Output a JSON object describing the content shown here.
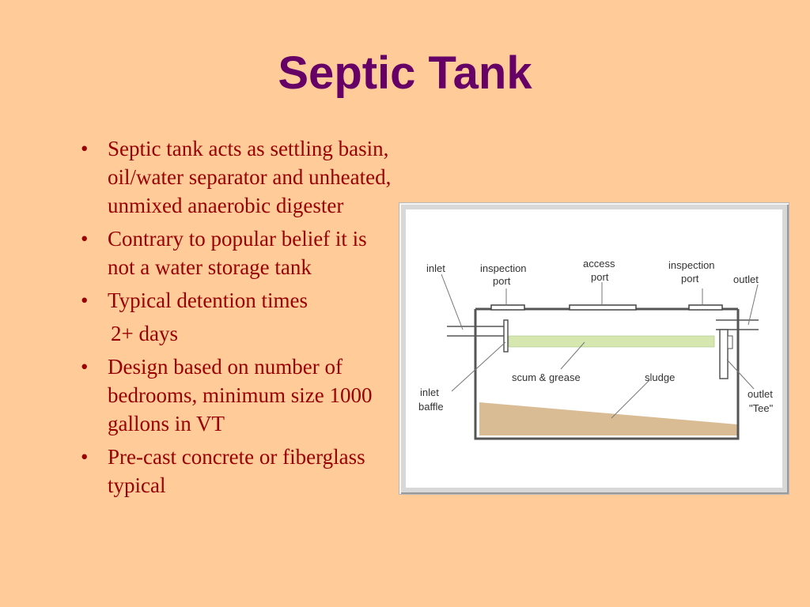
{
  "slide": {
    "title": "Septic Tank",
    "bullets": [
      {
        "text": "Septic tank acts as settling basin, oil/water separator and unheated, unmixed anaerobic digester",
        "sub": false
      },
      {
        "text": "Contrary to popular belief it is not a water storage tank",
        "sub": false
      },
      {
        "text": "Typical detention times",
        "sub": false
      },
      {
        "text": "2+ days",
        "sub": true
      },
      {
        "text": "Design based on number of bedrooms, minimum size 1000 gallons in VT",
        "sub": false
      },
      {
        "text": "Pre-cast concrete or fiberglass typical",
        "sub": false
      }
    ],
    "bullet_glyph": "•"
  },
  "diagram": {
    "labels": {
      "inlet": "inlet",
      "inspection_port_left_1": "inspection",
      "inspection_port_left_2": "port",
      "access_port_1": "access",
      "access_port_2": "port",
      "inspection_port_right_1": "inspection",
      "inspection_port_right_2": "port",
      "outlet": "outlet",
      "scum_grease": "scum & grease",
      "sludge": "sludge",
      "inlet_baffle_1": "inlet",
      "inlet_baffle_2": "baffle",
      "outlet_tee_1": "outlet",
      "outlet_tee_2": "\"Tee\""
    },
    "colors": {
      "scum": "#d6e8b0",
      "sludge": "#d9bc94",
      "outline": "#555555"
    }
  }
}
